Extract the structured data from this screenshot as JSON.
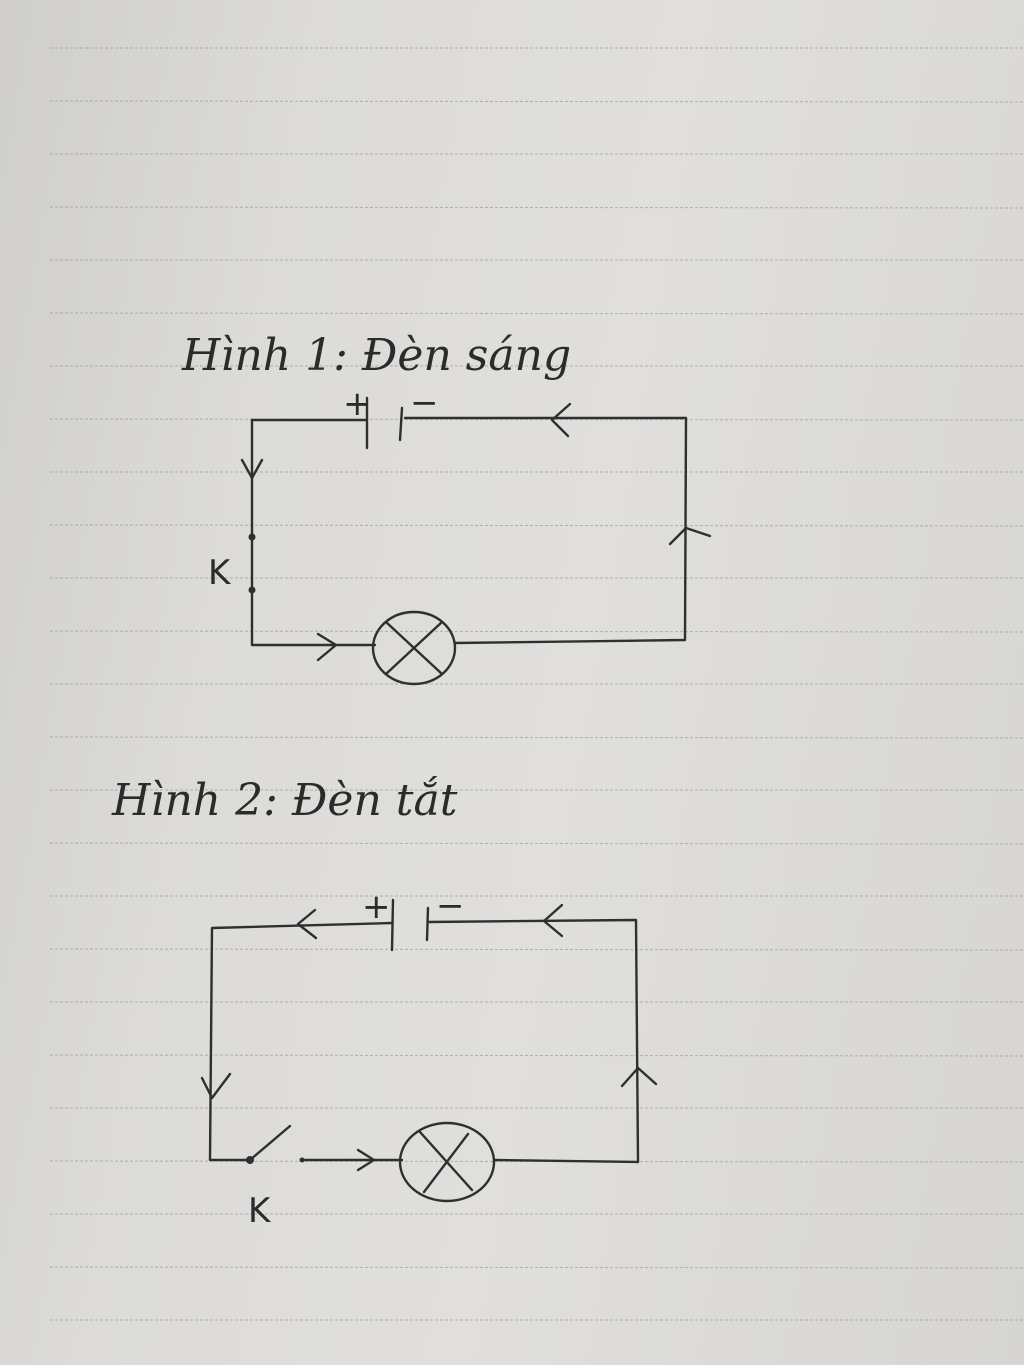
{
  "figure1": {
    "title": "Hình 1: Đèn sáng",
    "battery_plus": "+",
    "battery_minus": "−",
    "switch_label": "K"
  },
  "figure2": {
    "title": "Hình 2: Đèn tắt",
    "battery_plus": "+",
    "battery_minus": "−",
    "switch_label": "K"
  },
  "colors": {
    "paper": "#dcdbd8",
    "ink": "#2f2f2f",
    "rule_line": "#9a9a98"
  }
}
